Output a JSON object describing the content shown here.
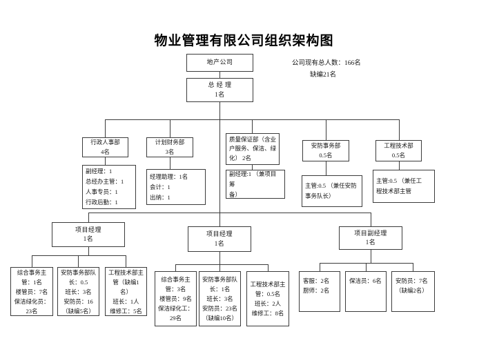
{
  "title": "物业管理有限公司组织架构图",
  "summary": {
    "total": "公司现有总人数：166名",
    "vacancy": "缺编21名"
  },
  "nodes": {
    "parent_company": {
      "lines": [
        "地产公司"
      ]
    },
    "general_manager": {
      "lines": [
        "总  经  理",
        "1名"
      ]
    },
    "dept_admin_hr": {
      "lines": [
        "行政人事部",
        "4名"
      ]
    },
    "dept_finance": {
      "lines": [
        "计划财务部",
        "3名"
      ]
    },
    "dept_quality": {
      "lines": [
        "质量保证部（含业",
        "户服务、保洁、绿",
        "化）  2名"
      ]
    },
    "dept_security": {
      "lines": [
        "安防事务部",
        "0.5名"
      ]
    },
    "dept_engineering": {
      "lines": [
        "工程技术部",
        "0.5名"
      ]
    },
    "detail_admin_hr": {
      "lines": [
        "副经理：1",
        "总经办主管：1",
        "人事专员：1",
        "行政后勤：1"
      ]
    },
    "detail_finance": {
      "lines": [
        "经理助理：1名",
        "会计：1",
        "出纳：1"
      ]
    },
    "detail_quality": {
      "lines": [
        "副经理:1 （兼项目筹",
        "备）"
      ]
    },
    "detail_security": {
      "lines": [
        "主管:0.5 （兼任安防",
        "事务队长）"
      ]
    },
    "detail_engineering": {
      "lines": [
        "主管:0.5 （兼任工",
        "程技术部主管"
      ]
    },
    "project_manager_1": {
      "lines": [
        "项目经理",
        "1名"
      ]
    },
    "project_manager_2": {
      "lines": [
        "项目经理",
        "1名"
      ]
    },
    "deputy_project_manager": {
      "lines": [
        "项目副经理",
        "1名"
      ]
    },
    "team1_affairs": {
      "lines": [
        "综合事务主",
        "管：1名",
        "楼管员：7名",
        "保洁绿化员：",
        "23名"
      ]
    },
    "team1_security": {
      "lines": [
        "安防事务部队",
        "长：0.5",
        "班长：3名",
        "安防员：16",
        "（缺编5名）"
      ]
    },
    "team1_engineering": {
      "lines": [
        "工程技术部主",
        "管（缺编1",
        "名）",
        "班长：1人",
        "维修工：5名"
      ]
    },
    "team2_affairs": {
      "lines": [
        "综合事务主",
        "管：3名",
        "楼管员：9名",
        "保洁绿化工：",
        "29名"
      ]
    },
    "team2_security": {
      "lines": [
        "安防事务部队",
        "长：1名",
        "班长：3名",
        "安防员：23名",
        "（缺编10名）"
      ]
    },
    "team2_engineering": {
      "lines": [
        "工程技术部主",
        "管：0.5名",
        "班长：2人",
        "维修工：8名"
      ]
    },
    "team3_service": {
      "lines": [
        "客服：2名",
        "厨师：2名"
      ]
    },
    "team3_cleaning": {
      "lines": [
        "保洁员：6名"
      ]
    },
    "team3_security": {
      "lines": [
        "安防员：7名",
        "（缺编2名）"
      ]
    }
  }
}
